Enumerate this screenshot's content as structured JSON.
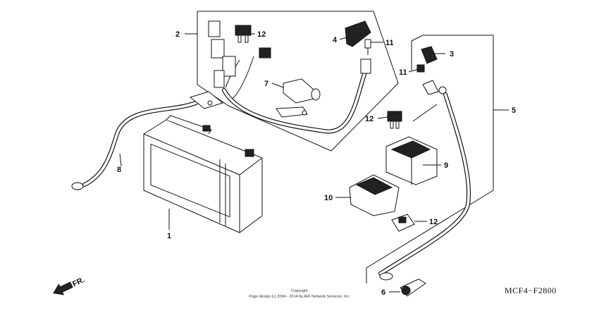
{
  "diagram_code": "MCF4−F2800",
  "front_indicator": "FR.",
  "copyright": {
    "line1": "Copyright",
    "line2": "Page design (c) 2004 - 2014 by ARI Network Services, Inc."
  },
  "callouts": {
    "c1": "1",
    "c2": "2",
    "c3": "3",
    "c4": "4",
    "c5": "5",
    "c6": "6",
    "c7": "7",
    "c8": "8",
    "c9": "9",
    "c10": "10",
    "c11a": "11",
    "c11b": "11",
    "c12a": "12",
    "c12b": "12",
    "c12c": "12"
  }
}
